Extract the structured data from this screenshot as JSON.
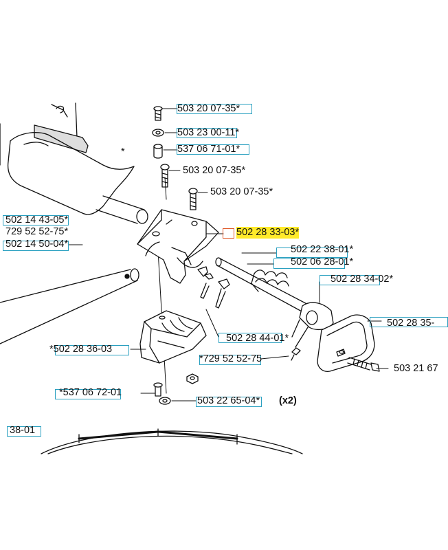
{
  "highlight_color": "#ffea2a",
  "label_box_color": "#2aa0c0",
  "parts": [
    {
      "id": "p1",
      "text": "503 20 07-35*"
    },
    {
      "id": "p2",
      "text": "503 23 00-11*"
    },
    {
      "id": "p3",
      "text": "537 06 71-01*"
    },
    {
      "id": "p4",
      "text": "503 20 07-35*"
    },
    {
      "id": "p5",
      "text": "503 20 07-35*"
    },
    {
      "id": "p6",
      "text": "502 28 33-03*",
      "highlighted": true
    },
    {
      "id": "p7",
      "text": "502 22 38-01*"
    },
    {
      "id": "p8",
      "text": "502 06 28-01*"
    },
    {
      "id": "p9",
      "text": "502 28 34-02*"
    },
    {
      "id": "p10",
      "text": "502 28 35-"
    },
    {
      "id": "p11",
      "text": "502 14 43-05*"
    },
    {
      "id": "p12",
      "text": "729 52 52-75*"
    },
    {
      "id": "p13",
      "text": "502 14 50-04*"
    },
    {
      "id": "p14",
      "text": "502 28 44-01*"
    },
    {
      "id": "p15",
      "text": "*502 28 36-03"
    },
    {
      "id": "p16",
      "text": "*729 52 52-75"
    },
    {
      "id": "p17",
      "text": "503 21 67"
    },
    {
      "id": "p18",
      "text": "*537 06 72-01"
    },
    {
      "id": "p19",
      "text": "503 22 65-04*"
    },
    {
      "id": "p20",
      "text": "38-01"
    }
  ],
  "quantity_note": "(x2)",
  "misc_asterisk": "*"
}
